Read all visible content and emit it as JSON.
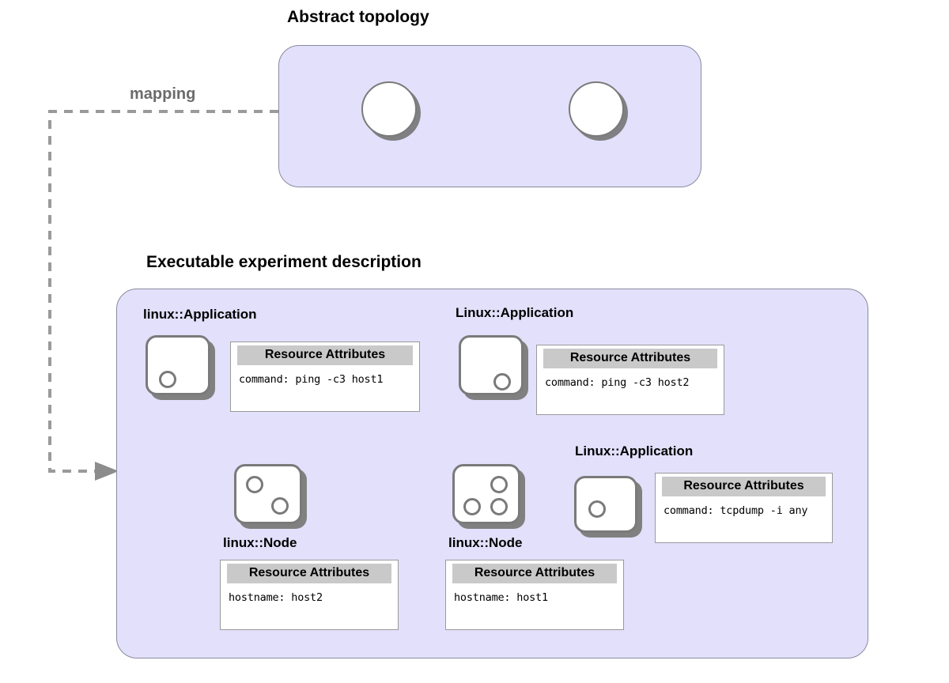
{
  "sections": {
    "abstract": {
      "title": "Abstract topology"
    },
    "executable": {
      "title": "Executable experiment description"
    }
  },
  "mapping": {
    "label": "mapping",
    "arrow": "dashed-arrow-icon"
  },
  "abstract_topology": {
    "nodes": [
      {
        "id": "topo-node-left",
        "label": ""
      },
      {
        "id": "topo-node-right",
        "label": ""
      }
    ],
    "links": [
      {
        "from": "topo-node-left",
        "to": "topo-node-right"
      }
    ]
  },
  "note_header": "Resource Attributes",
  "resources": [
    {
      "id": "app-ping-host1",
      "type_label": "linux::Application",
      "kind": "application",
      "note": {
        "header": "Resource Attributes",
        "attribute": "command: ping -c3 host1"
      }
    },
    {
      "id": "app-ping-host2",
      "type_label": "Linux::Application",
      "kind": "application",
      "note": {
        "header": "Resource Attributes",
        "attribute": "command: ping -c3 host2"
      }
    },
    {
      "id": "app-tcpdump",
      "type_label": "Linux::Application",
      "kind": "application",
      "note": {
        "header": "Resource Attributes",
        "attribute": "command: tcpdump -i any"
      }
    },
    {
      "id": "node-host2",
      "type_label": "linux::Node",
      "kind": "node",
      "note": {
        "header": "Resource Attributes",
        "attribute": "hostname: host2"
      }
    },
    {
      "id": "node-host1",
      "type_label": "linux::Node",
      "kind": "node",
      "note": {
        "header": "Resource Attributes",
        "attribute": "hostname: host1"
      }
    }
  ],
  "connections": [
    {
      "from": "app-ping-host1",
      "to": "node-host2"
    },
    {
      "from": "app-ping-host2",
      "to": "node-host1"
    },
    {
      "from": "node-host2",
      "to": "node-host1"
    },
    {
      "from": "node-host1",
      "to": "app-tcpdump"
    }
  ],
  "colors": {
    "panel_fill": "#e2e0fa",
    "panel_border": "#8a8a9e",
    "stroke": "#7a7a7a",
    "note_header_fill": "#c9c9c9",
    "mapping_text": "#6b6b6b",
    "page_background": "#ffffff"
  }
}
